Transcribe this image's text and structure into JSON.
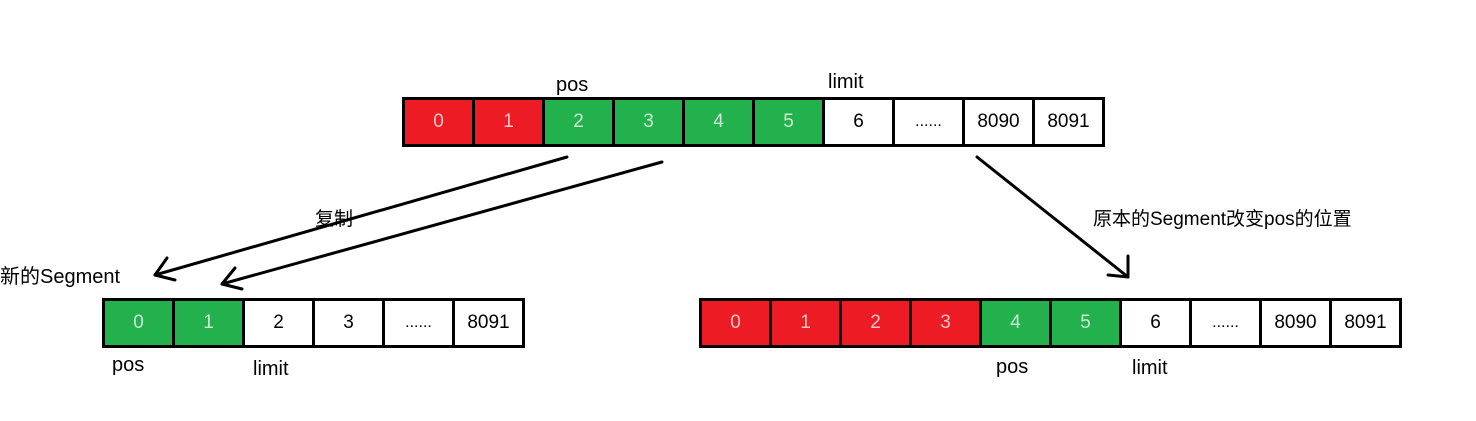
{
  "top_segment": {
    "cells": [
      {
        "text": "0",
        "color": "red"
      },
      {
        "text": "1",
        "color": "red"
      },
      {
        "text": "2",
        "color": "green"
      },
      {
        "text": "3",
        "color": "green"
      },
      {
        "text": "4",
        "color": "green"
      },
      {
        "text": "5",
        "color": "green"
      },
      {
        "text": "6",
        "color": "white"
      },
      {
        "text": "......",
        "color": "white"
      },
      {
        "text": "8090",
        "color": "white"
      },
      {
        "text": "8091",
        "color": "white"
      }
    ],
    "pos_label": "pos",
    "limit_label": "limit"
  },
  "new_segment": {
    "cells": [
      {
        "text": "0",
        "color": "green"
      },
      {
        "text": "1",
        "color": "green"
      },
      {
        "text": "2",
        "color": "white"
      },
      {
        "text": "3",
        "color": "white"
      },
      {
        "text": "......",
        "color": "white"
      },
      {
        "text": "8091",
        "color": "white"
      }
    ],
    "title": "新的Segment",
    "pos_label": "pos",
    "limit_label": "limit"
  },
  "original_segment": {
    "cells": [
      {
        "text": "0",
        "color": "red"
      },
      {
        "text": "1",
        "color": "red"
      },
      {
        "text": "2",
        "color": "red"
      },
      {
        "text": "3",
        "color": "red"
      },
      {
        "text": "4",
        "color": "green"
      },
      {
        "text": "5",
        "color": "green"
      },
      {
        "text": "6",
        "color": "white"
      },
      {
        "text": "......",
        "color": "white"
      },
      {
        "text": "8090",
        "color": "white"
      },
      {
        "text": "8091",
        "color": "white"
      }
    ],
    "pos_label": "pos",
    "limit_label": "limit"
  },
  "annotations": {
    "copy": "复制",
    "change_pos": "原本的Segment改变pos的位置"
  },
  "colors": {
    "red": "#ed1c24",
    "green": "#22b14c",
    "white": "#ffffff",
    "border": "#000000"
  }
}
